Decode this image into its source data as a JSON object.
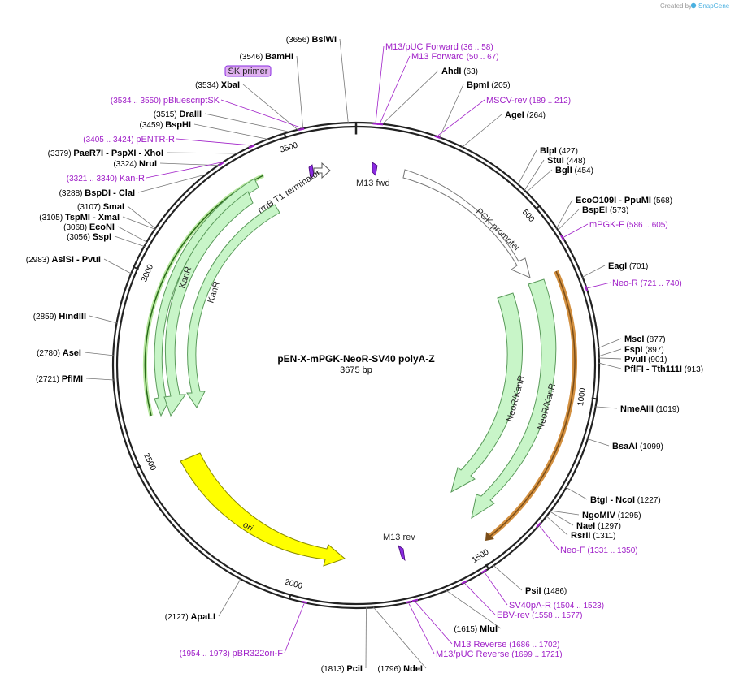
{
  "credit": {
    "created_by": "Created by",
    "brand": "SnapGene"
  },
  "plasmid": {
    "name": "pEN-X-mPGK-NeoR-SV40 polyA-Z",
    "length_label": "3675 bp",
    "length": 3675
  },
  "ticks": [
    {
      "label": "500",
      "pos": 500
    },
    {
      "label": "1000",
      "pos": 1000
    },
    {
      "label": "1500",
      "pos": 1500
    },
    {
      "label": "2000",
      "pos": 2000
    },
    {
      "label": "2500",
      "pos": 2500
    },
    {
      "label": "3000",
      "pos": 3000
    },
    {
      "label": "3500",
      "pos": 3500
    }
  ],
  "sites": [
    {
      "name": "BsiWI",
      "pos": "(3656)"
    },
    {
      "name": "BamHI",
      "pos": "(3546)"
    },
    {
      "name": "XbaI",
      "pos": "(3534)"
    },
    {
      "name": "DraIII",
      "pos": "(3515)"
    },
    {
      "name": "BspHI",
      "pos": "(3459)"
    },
    {
      "name": "PaeR7I - PspXI - XhoI",
      "pos": "(3379)"
    },
    {
      "name": "NruI",
      "pos": "(3324)"
    },
    {
      "name": "BspDI - ClaI",
      "pos": "(3288)"
    },
    {
      "name": "SmaI",
      "pos": "(3107)"
    },
    {
      "name": "TspMI - XmaI",
      "pos": "(3105)"
    },
    {
      "name": "EcoNI",
      "pos": "(3068)"
    },
    {
      "name": "SspI",
      "pos": "(3056)"
    },
    {
      "name": "AsiSI - PvuI",
      "pos": "(2983)"
    },
    {
      "name": "HindIII",
      "pos": "(2859)"
    },
    {
      "name": "AseI",
      "pos": "(2780)"
    },
    {
      "name": "PflMI",
      "pos": "(2721)"
    },
    {
      "name": "ApaLI",
      "pos": "(2127)"
    },
    {
      "name": "PciI",
      "pos": "(1813)"
    },
    {
      "name": "NdeI",
      "pos": "(1796)"
    },
    {
      "name": "MluI",
      "pos": "(1615)"
    },
    {
      "name": "PsiI",
      "pos": "(1486)"
    },
    {
      "name": "RsrII",
      "pos": "(1311)"
    },
    {
      "name": "NaeI",
      "pos": "(1297)"
    },
    {
      "name": "NgoMIV",
      "pos": "(1295)"
    },
    {
      "name": "BtgI - NcoI",
      "pos": "(1227)"
    },
    {
      "name": "BsaAI",
      "pos": "(1099)"
    },
    {
      "name": "NmeAIII",
      "pos": "(1019)"
    },
    {
      "name": "PflFI - Tth111I",
      "pos": "(913)"
    },
    {
      "name": "PvuII",
      "pos": "(901)"
    },
    {
      "name": "FspI",
      "pos": "(897)"
    },
    {
      "name": "MscI",
      "pos": "(877)"
    },
    {
      "name": "EagI",
      "pos": "(701)"
    },
    {
      "name": "BspEI",
      "pos": "(573)"
    },
    {
      "name": "EcoO109I - PpuMI",
      "pos": "(568)"
    },
    {
      "name": "BglI",
      "pos": "(454)"
    },
    {
      "name": "StuI",
      "pos": "(448)"
    },
    {
      "name": "BlpI",
      "pos": "(427)"
    },
    {
      "name": "AgeI",
      "pos": "(264)"
    },
    {
      "name": "BpmI",
      "pos": "(205)"
    },
    {
      "name": "AhdI",
      "pos": "(63)"
    }
  ],
  "primers": [
    {
      "name": "M13/pUC Forward",
      "range": "(36 .. 58)"
    },
    {
      "name": "M13 Forward",
      "range": "(50 .. 67)"
    },
    {
      "name": "MSCV-rev",
      "range": "(189 .. 212)"
    },
    {
      "name": "mPGK-F",
      "range": "(586 .. 605)"
    },
    {
      "name": "Neo-R",
      "range": "(721 .. 740)"
    },
    {
      "name": "Neo-F",
      "range": "(1331 .. 1350)"
    },
    {
      "name": "SV40pA-R",
      "range": "(1504 .. 1523)"
    },
    {
      "name": "EBV-rev",
      "range": "(1558 .. 1577)"
    },
    {
      "name": "M13 Reverse",
      "range": "(1686 .. 1702)"
    },
    {
      "name": "M13/pUC Reverse",
      "range": "(1699 .. 1721)"
    },
    {
      "name": "pBR322ori-F",
      "range": "(1954 .. 1973)"
    },
    {
      "name": "Kan-R",
      "range": "(3321 .. 3340)"
    },
    {
      "name": "pENTR-R",
      "range": "(3405 .. 3424)"
    },
    {
      "name": "pBluescriptSK",
      "range": "(3534 .. 3550)"
    }
  ],
  "sk_primer_badge": "SK primer",
  "features": {
    "pgk_promoter": "PGK promoter",
    "neor_kanr_inner": "NeoR/KanR",
    "neor_kanr_outer": "NeoR/KanR",
    "ori": "ori",
    "kanr_outer": "KanR",
    "kanr_inner": "KanR",
    "rrnb": "rrnB T1 terminator",
    "m13_fwd": "M13 fwd",
    "m13_rev": "M13 rev"
  },
  "colors": {
    "backbone": "#222222",
    "primer": "#a020c8",
    "feature_green": "#c8f5c8",
    "feature_green_stroke": "#4a8a4a",
    "ori_yellow": "#ffff00",
    "orange_highlight": "#e8a040",
    "promoter_white": "#ffffff"
  }
}
